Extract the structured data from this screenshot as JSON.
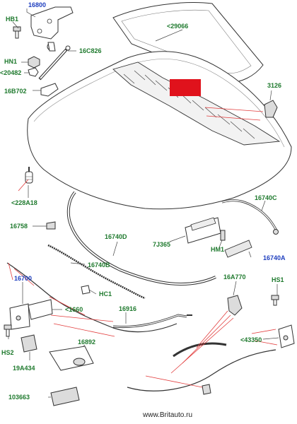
{
  "labels": {
    "l16800": "16800",
    "lHB1": "HB1",
    "l29066": "<29066",
    "l16C826": "16C826",
    "lHN1": "HN1",
    "l20482": "<20482",
    "l16B702": "16B702",
    "l3126": "3126",
    "l228A18": "<228A18",
    "l16740C": "16740C",
    "l16758": "16758",
    "l16740D": "16740D",
    "l7J365": "7J365",
    "lHM1": "HM1",
    "l16740A": "16740A",
    "l16740B": "16740B",
    "l16700": "16700",
    "l16A770": "16A770",
    "lHS1": "HS1",
    "lHC1": "HC1",
    "l1660": "<1660",
    "l16916": "16916",
    "l43350": "<43350",
    "lHS2": "HS2",
    "l16892": "16892",
    "l19A434": "19A434",
    "l103663": "103663",
    "watermark": "www.Britauto.ru"
  },
  "colors": {
    "label_green": "#1f7a2e",
    "label_blue": "#1f3fbf",
    "highlight_red": "#e0121c",
    "callout_red": "#e23b3b"
  }
}
